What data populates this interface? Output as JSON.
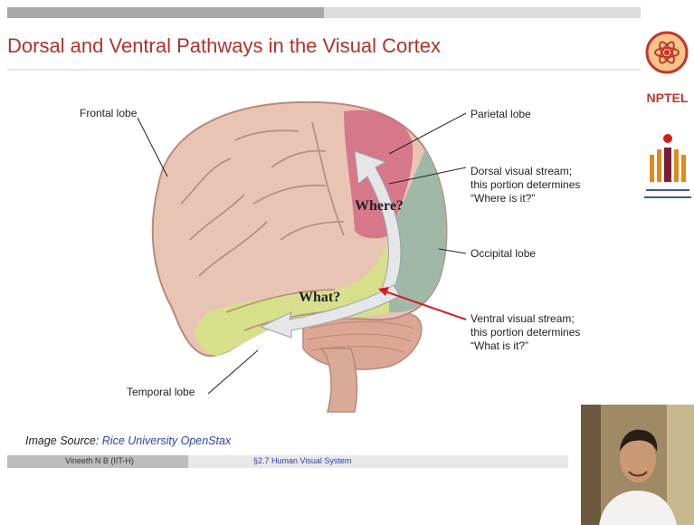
{
  "slide": {
    "title": "Dorsal and Ventral Pathways in the Visual Cortex",
    "progress_fraction": 0.5
  },
  "logos": {
    "nptel_text": "NPTEL"
  },
  "figure": {
    "labels": {
      "frontal": "Frontal lobe",
      "parietal": "Parietal lobe",
      "dorsal_1": "Dorsal visual stream;",
      "dorsal_2": "this portion determines",
      "dorsal_3": "“Where is it?”",
      "occipital": "Occipital lobe",
      "ventral_1": "Ventral visual stream;",
      "ventral_2": "this portion determines",
      "ventral_3": "“What is it?”",
      "temporal": "Temporal lobe",
      "where": "Where?",
      "what": "What?"
    },
    "colors": {
      "brain": "#e8c4b4",
      "parietal": "#d26b82",
      "occipital": "#9fb8a8",
      "temporal": "#d7e08a",
      "arrow": "#e4e6e8",
      "ventral_pointer": "#d01f1f"
    }
  },
  "source": {
    "prefix": "Image Source:",
    "link": "Rice University OpenStax"
  },
  "footer": {
    "author": "Vineeth N B  (IIT-H)",
    "section": "§2.7 Human Visual System"
  }
}
